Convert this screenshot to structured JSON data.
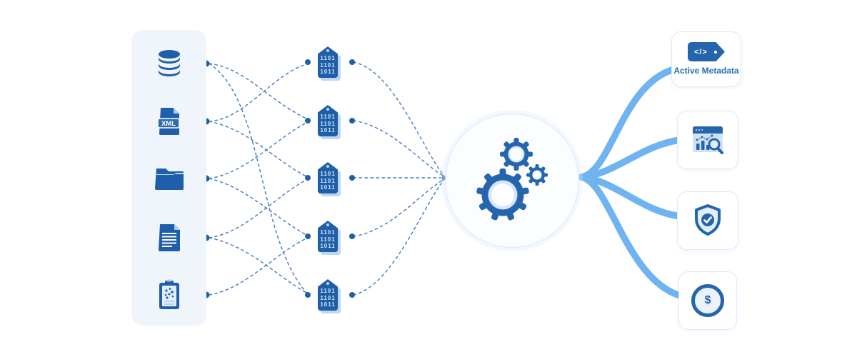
{
  "diagram_title": "data-pipeline-illustration",
  "colors": {
    "dark_blue": "#1f5ea8",
    "accent_blue": "#2565ad",
    "flow_blue": "#6fb4f1",
    "dash_blue": "#3f78c0",
    "panel_bg": "#f0f4fb",
    "tag_text": "#cfe3f7",
    "card_border": "#dcebfb",
    "label_blue": "#2a6cb8"
  },
  "sources": [
    {
      "icon": "database-icon"
    },
    {
      "icon": "xml-file-icon",
      "label": "XML"
    },
    {
      "icon": "folder-icon"
    },
    {
      "icon": "document-icon"
    },
    {
      "icon": "clipboard-data-icon"
    }
  ],
  "tags": [
    {
      "rows": [
        "1101",
        "1101",
        "1011"
      ]
    },
    {
      "rows": [
        "1101",
        "1101",
        "1011"
      ]
    },
    {
      "rows": [
        "1101",
        "1101",
        "1011"
      ]
    },
    {
      "rows": [
        "1101",
        "1101",
        "1011"
      ]
    },
    {
      "rows": [
        "1101",
        "1101",
        "1011"
      ]
    }
  ],
  "processor": {
    "icon": "gears-icon"
  },
  "outputs": [
    {
      "icon": "code-tag-icon",
      "icon_text": "</>",
      "label": "Active Metadata"
    },
    {
      "icon": "chart-magnifier-icon",
      "label": ""
    },
    {
      "icon": "shield-check-icon",
      "label": ""
    },
    {
      "icon": "dollar-coin-icon",
      "symbol": "$",
      "label": ""
    }
  ]
}
